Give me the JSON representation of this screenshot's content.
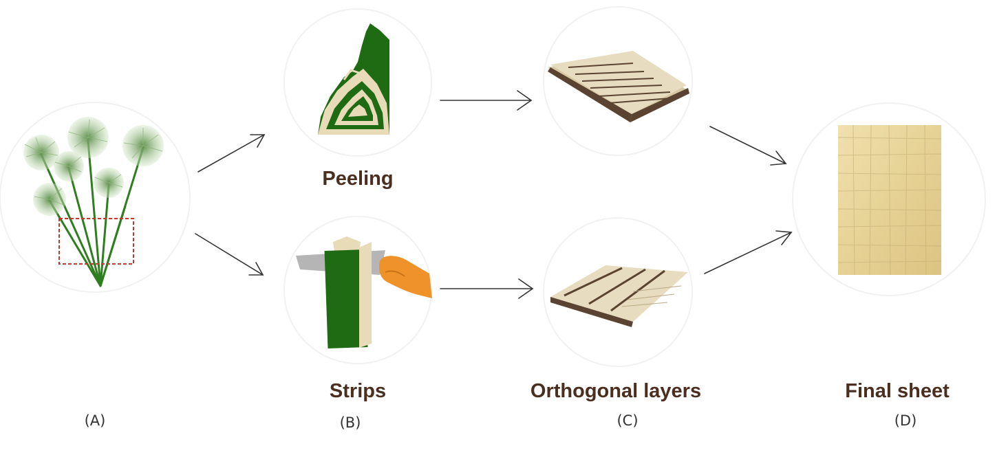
{
  "labels": {
    "peeling": "Peeling",
    "strips": "Strips",
    "orthogonal_layers": "Orthogonal layers",
    "final_sheet": "Final sheet"
  },
  "panels": {
    "a": "(A)",
    "b": "(B)",
    "c": "(C)",
    "d": "(D)"
  },
  "colors": {
    "stem_green": "#1f6b14",
    "pith_cream": "#e8dcb8",
    "label_brown": "#4a2e1f",
    "hand_orange": "#f0922a",
    "papyrus_sheet": "#e8d49a",
    "marker_red": "#c0392b"
  }
}
